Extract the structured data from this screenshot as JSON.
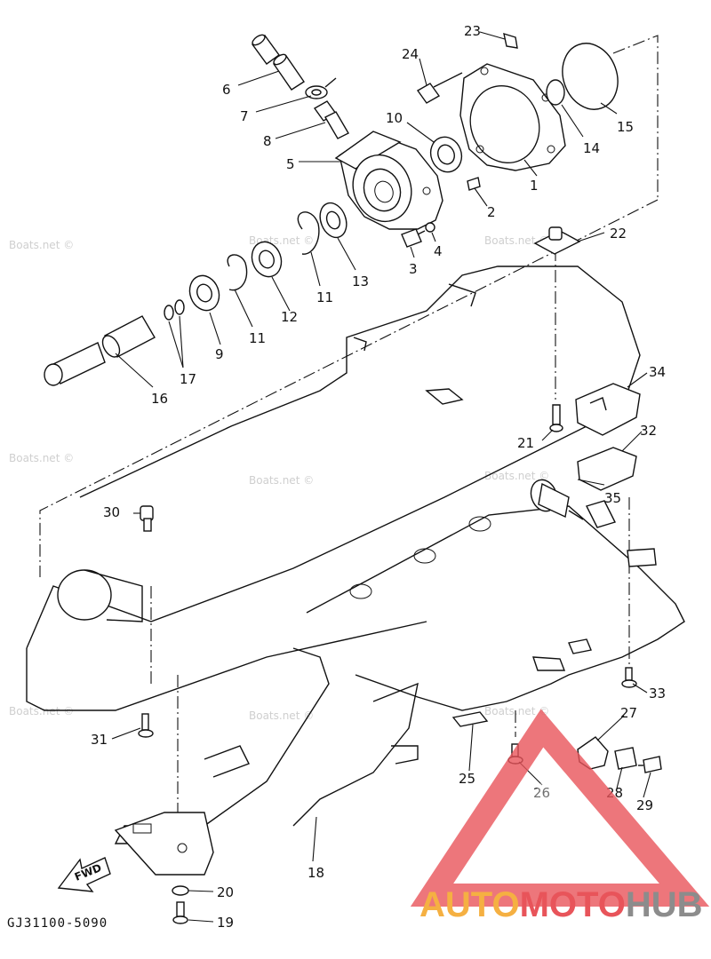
{
  "diagram": {
    "code": "GJ31100-5090",
    "fwd_label": "FWD",
    "watermark": "Boats.net ©",
    "parts": {
      "p1": "1",
      "p2": "2",
      "p3": "3",
      "p4": "4",
      "p5": "5",
      "p6": "6",
      "p7": "7",
      "p8": "8",
      "p9": "9",
      "p10": "10",
      "p11a": "11",
      "p11b": "11",
      "p12": "12",
      "p13": "13",
      "p14": "14",
      "p15": "15",
      "p16": "16",
      "p17": "17",
      "p18": "18",
      "p19": "19",
      "p20": "20",
      "p21": "21",
      "p22": "22",
      "p23": "23",
      "p24": "24",
      "p25": "25",
      "p26": "26",
      "p27": "27",
      "p28": "28",
      "p29": "29",
      "p30": "30",
      "p31": "31",
      "p32": "32",
      "p33": "33",
      "p34": "34",
      "p35": "35"
    }
  },
  "logo": {
    "text_part1": "AUTO",
    "text_part2": "MOTO",
    "text_part3": "HUB",
    "color_orange": "#f5b042",
    "color_red": "#e8545a",
    "color_grey": "#8c8c8c"
  }
}
